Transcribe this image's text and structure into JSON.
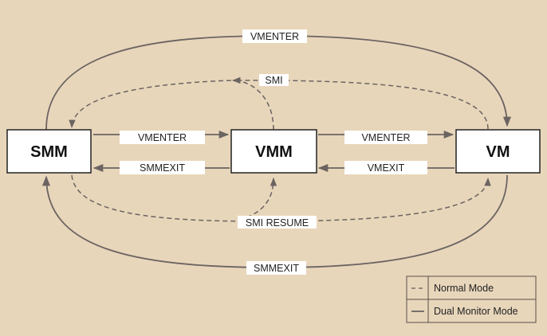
{
  "nodes": {
    "smm": "SMM",
    "vmm": "VMM",
    "vm": "VM"
  },
  "edges": {
    "smm_vmm_enter": "VMENTER",
    "vmm_smm_exit": "SMMEXIT",
    "vmm_vm_enter": "VMENTER",
    "vm_vmm_exit": "VMEXIT",
    "top_vmenter": "VMENTER",
    "smi": "SMI",
    "smi_resume": "SMI RESUME",
    "bottom_smmexit": "SMMEXIT"
  },
  "legend": {
    "normal": "Normal Mode",
    "dual": "Dual Monitor Mode"
  },
  "colors": {
    "background": "#e8d6bb",
    "line": "#6b6461"
  }
}
